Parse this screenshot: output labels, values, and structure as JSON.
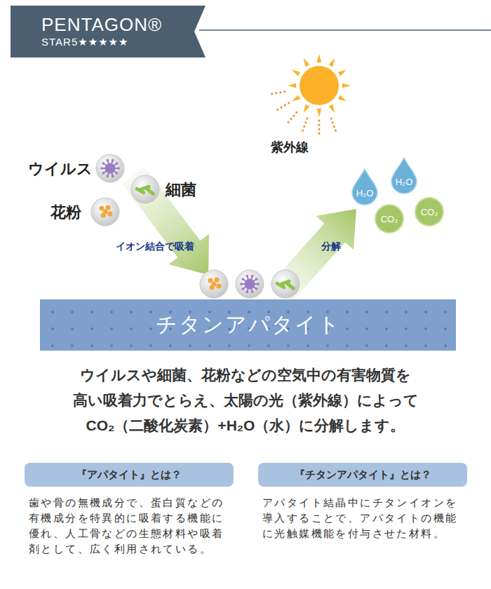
{
  "diagram": {
    "caption": "ウイルスや細菌、花粉などの空気中の有害物質を 高い吸着力でとらえ、太陽の光（紫外線）によって CO₂（二酸化炭素）+H₂O（水）に分解します。",
    "nodes": [
      {
        "text": [
          "PENTAGON®",
          "STAR5★★★★★"
        ]
      },
      {
        "text": [
          "H₂O"
        ]
      },
      {
        "text": [
          "H₂O"
        ]
      },
      {
        "text": [
          "CO₂"
        ]
      },
      {
        "text": [
          "CO₂"
        ]
      },
      {
        "text": [
          "チタンアパタイト"
        ]
      },
      {
        "text": [
          "『アパタイト』とは？",
          "歯や骨の無機成分で、蛋白質などの 有機成分を特異的に吸着する機能に 優れ、人工骨などの生態材料や吸着 剤として、広く利用されている。"
        ]
      },
      {
        "text": [
          "『チタンアパタイト』とは？",
          "アパタイト結晶中にチタンイオンを 導入することで、アパタイトの機能 に光触媒機能を付与させた材料。"
        ]
      }
    ],
    "labels": [
      "ウイルス",
      "細菌",
      "花粉",
      "イオン結合で吸着",
      "紫外線",
      "分解"
    ]
  }
}
